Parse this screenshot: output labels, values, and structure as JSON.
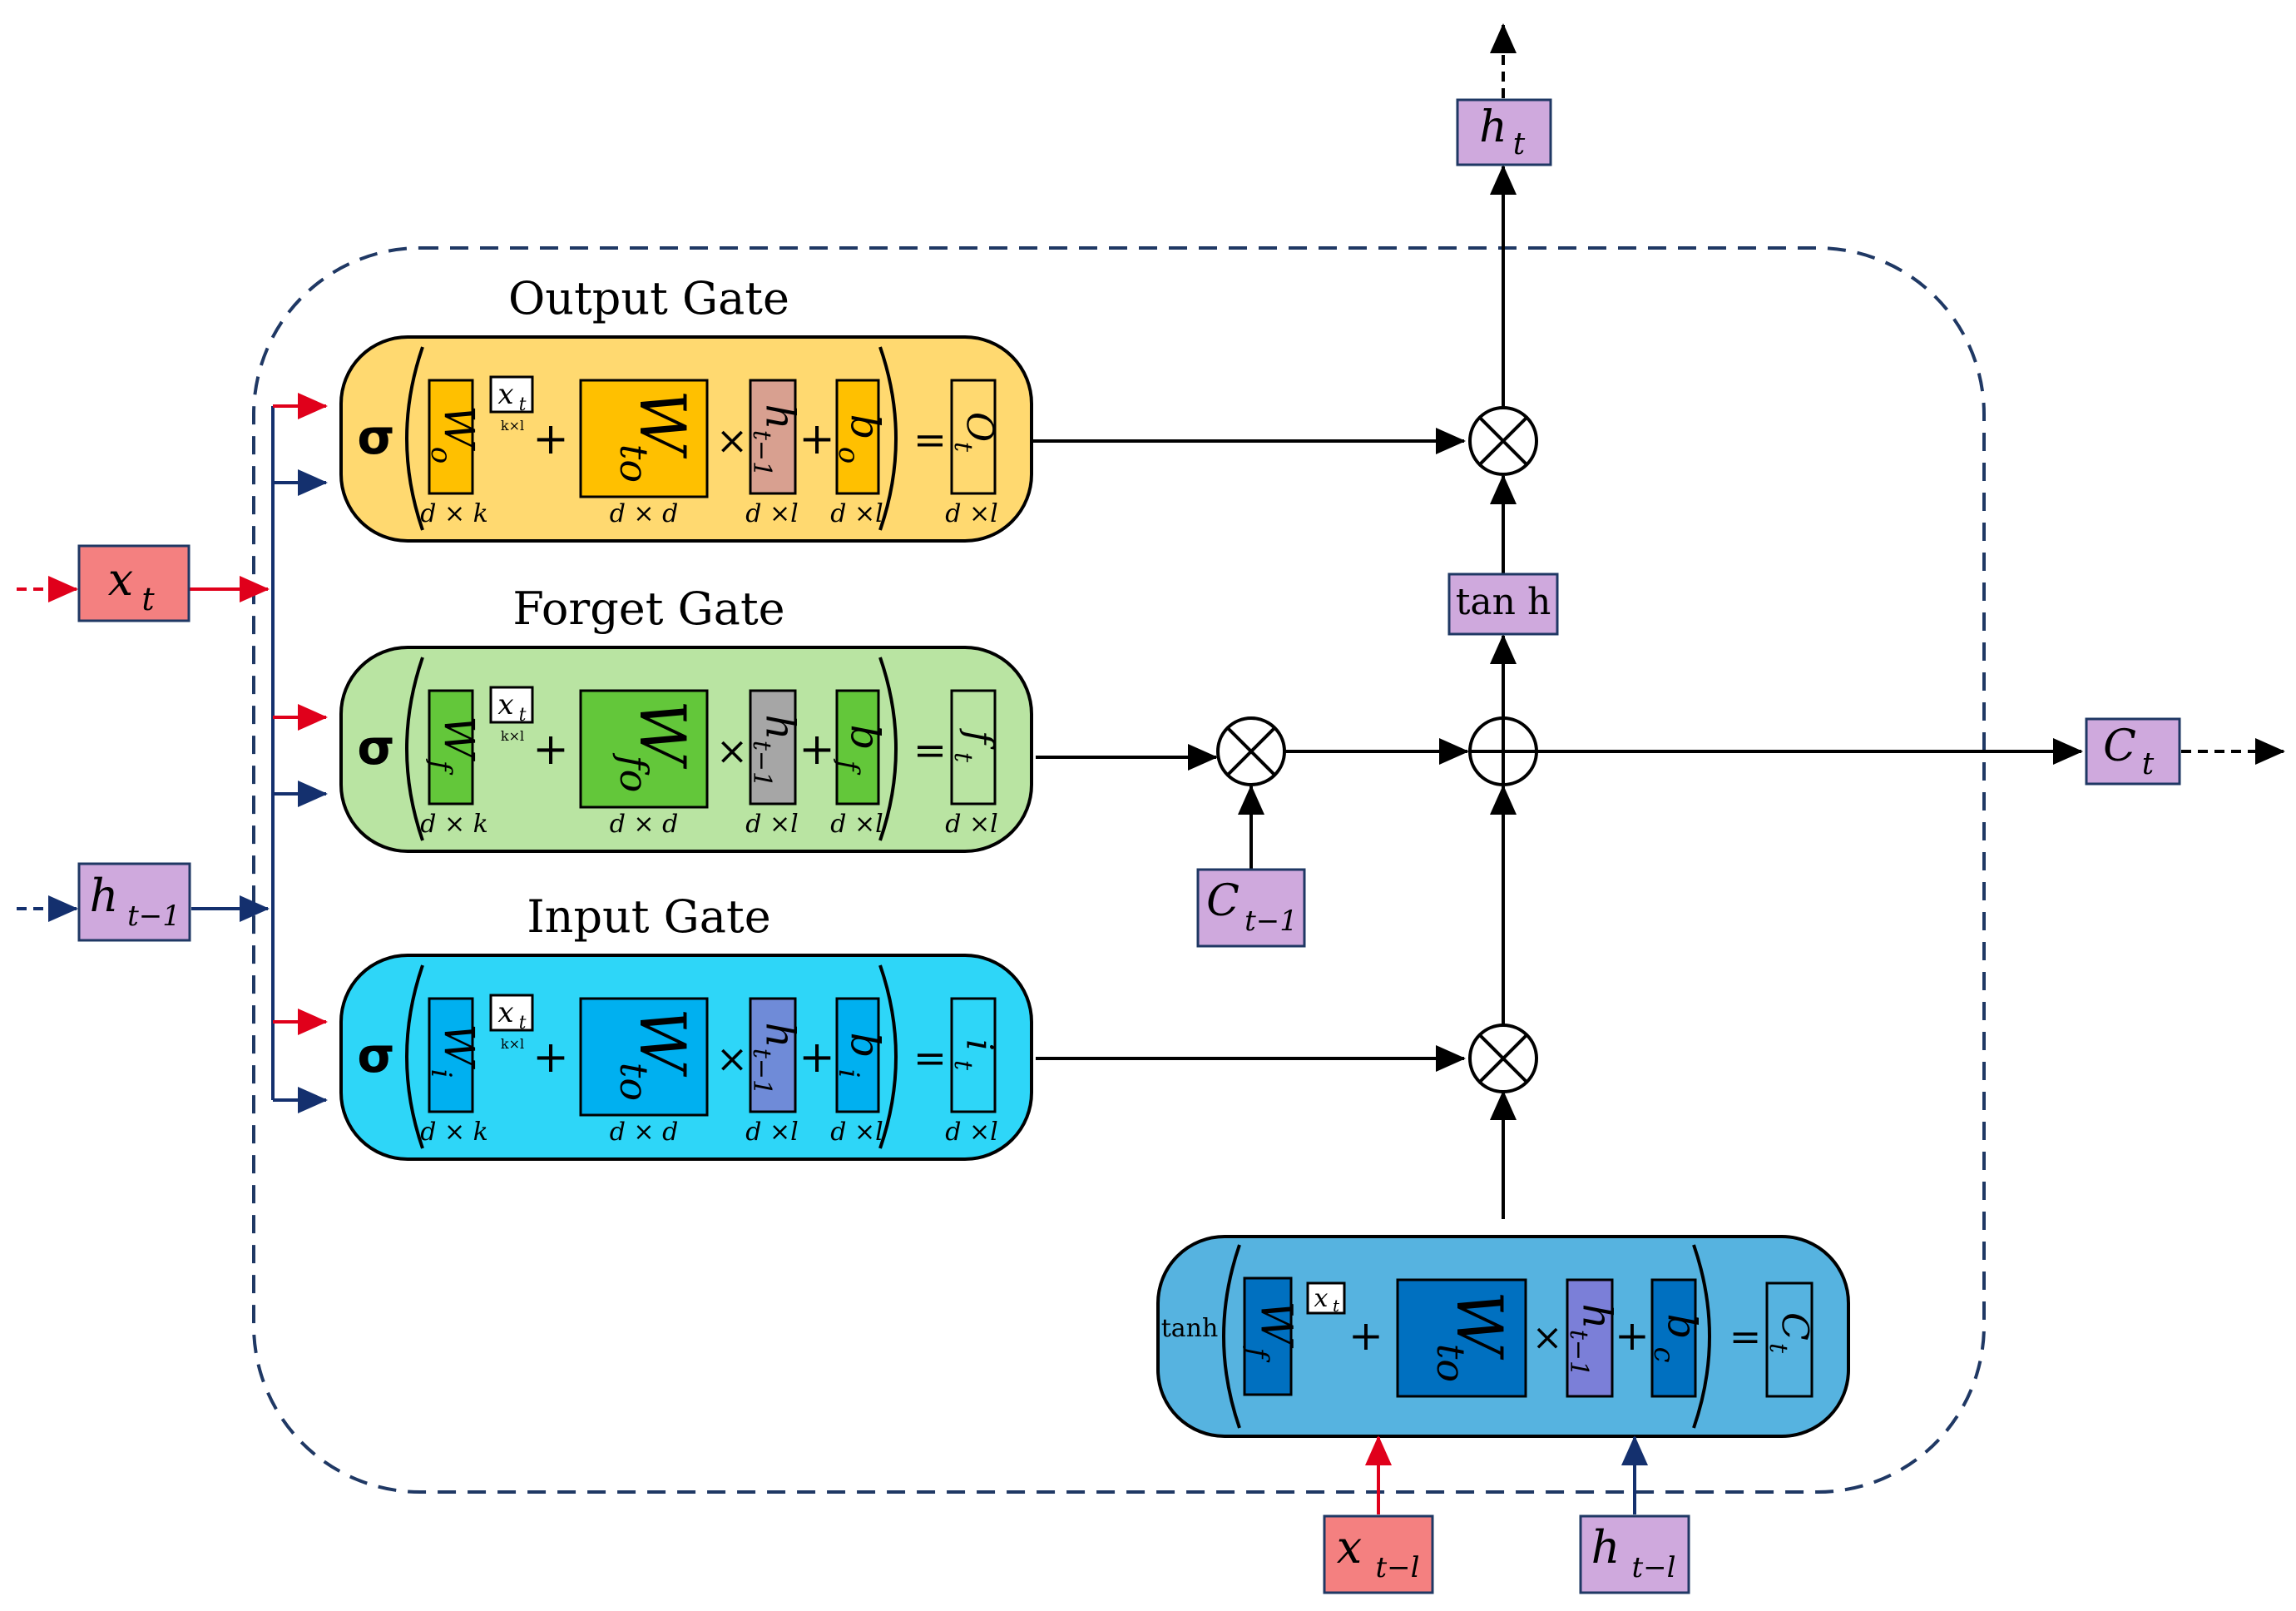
{
  "colors": {
    "output_gate_fill": "#FFD970",
    "output_matrix": "#FFC000",
    "output_h": "#D8A090",
    "forget_gate_fill": "#B9E4A2",
    "forget_matrix": "#63C73A",
    "forget_h": "#A6A6A6",
    "input_gate_fill": "#2ED6F8",
    "input_matrix": "#00B0F0",
    "input_h": "#6F8BD8",
    "cand_gate_fill": "#56B3E0",
    "cand_matrix": "#0070C0",
    "cand_h": "#7B7FD8",
    "state_box": "#CFA9DD",
    "input_box": "#F48080",
    "red_arrow": "#E0001B",
    "navy_arrow": "#14306E",
    "line": "#000000"
  },
  "gates": [
    {
      "id": "output",
      "title": "Output Gate",
      "activation": "σ",
      "w": "W",
      "w_sub": "o",
      "x": "x",
      "x_sub": "t",
      "x_dim": "k×l",
      "wt": "W",
      "wt_sub": "to",
      "h": "h",
      "h_sub": "t−1",
      "b": "b",
      "b_sub": "o",
      "out": "O",
      "out_sub": "t",
      "dims": [
        "d × k",
        "d × d",
        "d ×l",
        "d ×l",
        "d ×l"
      ],
      "plus1": "+",
      "times": "×",
      "plus2": "+",
      "equals": "="
    },
    {
      "id": "forget",
      "title": "Forget Gate",
      "activation": "σ",
      "w": "W",
      "w_sub": "f",
      "x": "x",
      "x_sub": "t",
      "x_dim": "k×l",
      "wt": "W",
      "wt_sub": "fo",
      "h": "h",
      "h_sub": "t−1",
      "b": "b",
      "b_sub": "f",
      "out": "f",
      "out_sub": "t",
      "dims": [
        "d × k",
        "d × d",
        "d ×l",
        "d ×l",
        "d ×l"
      ],
      "plus1": "+",
      "times": "×",
      "plus2": "+",
      "equals": "="
    },
    {
      "id": "input",
      "title": "Input Gate",
      "activation": "σ",
      "w": "W",
      "w_sub": "i",
      "x": "x",
      "x_sub": "t",
      "x_dim": "k×l",
      "wt": "W",
      "wt_sub": "to",
      "h": "h",
      "h_sub": "t−1",
      "b": "b",
      "b_sub": "i",
      "out": "i",
      "out_sub": "t",
      "dims": [
        "d × k",
        "d × d",
        "d ×l",
        "d ×l",
        "d ×l"
      ],
      "plus1": "+",
      "times": "×",
      "plus2": "+",
      "equals": "="
    }
  ],
  "candidate": {
    "activation": "tanh",
    "w": "W",
    "w_sub": "f",
    "x": "x",
    "x_sub": "t",
    "wt": "W",
    "wt_sub": "to",
    "h": "h",
    "h_sub": "t−1",
    "b": "b",
    "b_sub": "c",
    "out": "C",
    "out_sub": "t",
    "plus1": "+",
    "times": "×",
    "plus2": "+",
    "equals": "="
  },
  "nodes": {
    "x_t": {
      "main": "x",
      "sub": "t"
    },
    "h_prev": {
      "main": "h",
      "sub": "t−1"
    },
    "h_t": {
      "main": "h",
      "sub": "t"
    },
    "c_t": {
      "main": "C",
      "sub": "t"
    },
    "c_prev": {
      "main": "C",
      "sub": "t−1"
    },
    "x_tl": {
      "main": "x",
      "sub": "t−l"
    },
    "h_tl": {
      "main": "h",
      "sub": "t−l"
    },
    "tanh": {
      "label": "tan h"
    }
  },
  "operators": {
    "multiply": "⊗",
    "add": "⊕"
  }
}
